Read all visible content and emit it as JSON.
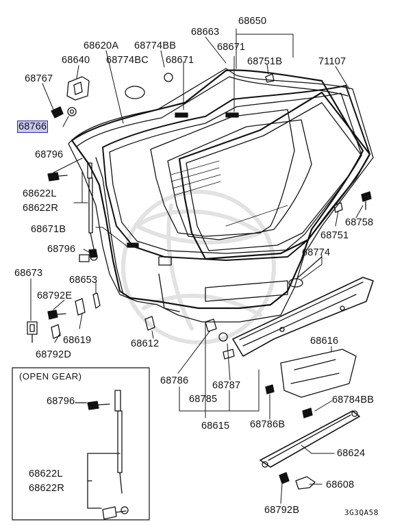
{
  "diagram": {
    "code": "3G3QA58",
    "inset_title": "(OPEN GEAR)",
    "highlight_color": "#c9c8f1",
    "highlighted_part": "68766",
    "parts": {
      "p68650": "68650",
      "p68663": "68663",
      "p68620A": "68620A",
      "p68774BB": "68774BB",
      "p68671_top": "68671",
      "p68671_mid": "68671",
      "p68751B": "68751B",
      "p71107": "71107",
      "p68640": "68640",
      "p68774BC": "68774BC",
      "p68767": "68767",
      "p68766": "68766",
      "p68796_a": "68796",
      "p68622L_a": "68622L",
      "p68622R_a": "68622R",
      "p68671B": "68671B",
      "p68796_b": "68796",
      "p68758": "68758",
      "p68751": "68751",
      "p68774": "68774",
      "p68673": "68673",
      "p68653": "68653",
      "p68792E": "68792E",
      "p68619": "68619",
      "p68792D": "68792D",
      "p68612": "68612",
      "p68616": "68616",
      "p68786": "68786",
      "p68787": "68787",
      "p68785": "68785",
      "p68784BB": "68784BB",
      "p68786B": "68786B",
      "p68615": "68615",
      "p68796_c": "68796",
      "p68622L_b": "68622L",
      "p68622R_b": "68622R",
      "p68624": "68624",
      "p68608": "68608",
      "p68792B": "68792B"
    }
  }
}
